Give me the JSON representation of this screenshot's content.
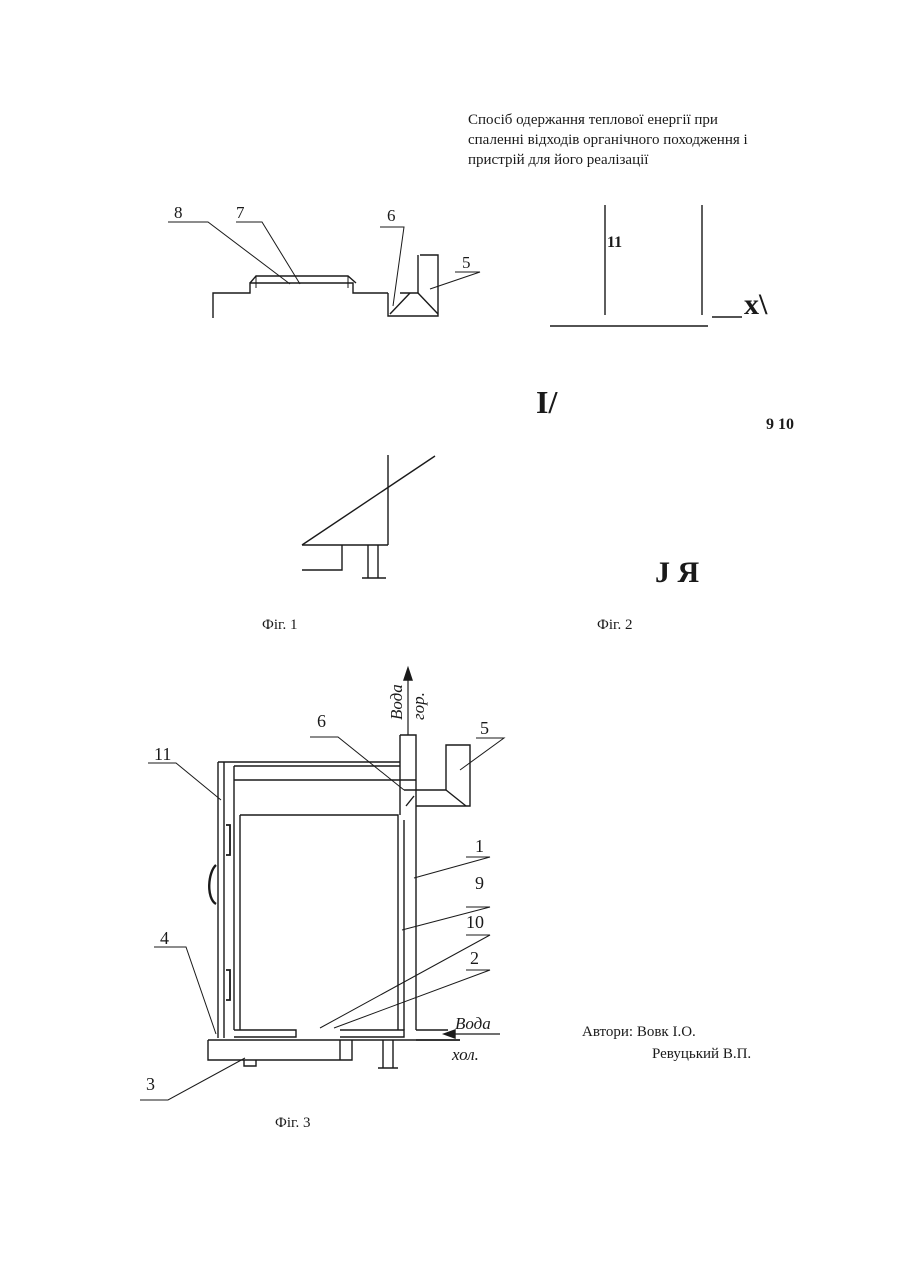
{
  "title_lines": [
    "Спосіб одержання теплової енергії при",
    "спаленні відходів органічного походження і",
    "пристрій для його реалізації"
  ],
  "figures": {
    "fig1": {
      "caption": "Фіг. 1",
      "labels": [
        "8",
        "7",
        "6",
        "5"
      ]
    },
    "fig2": {
      "caption": "Фіг. 2",
      "labels": [
        "11",
        "9 10"
      ],
      "fragments": [
        "x\\",
        "I/",
        "J Я"
      ]
    },
    "fig3": {
      "caption": "Фіг. 3",
      "labels": [
        "6",
        "5",
        "11",
        "1",
        "9",
        "10",
        "2",
        "4",
        "3"
      ],
      "water_hot": [
        "Вода",
        "гор."
      ],
      "water_cold": [
        "Вода",
        "хол."
      ]
    }
  },
  "authors": {
    "label": "Автори:",
    "names": [
      "Вовк І.О.",
      "Ревуцький В.П."
    ]
  }
}
